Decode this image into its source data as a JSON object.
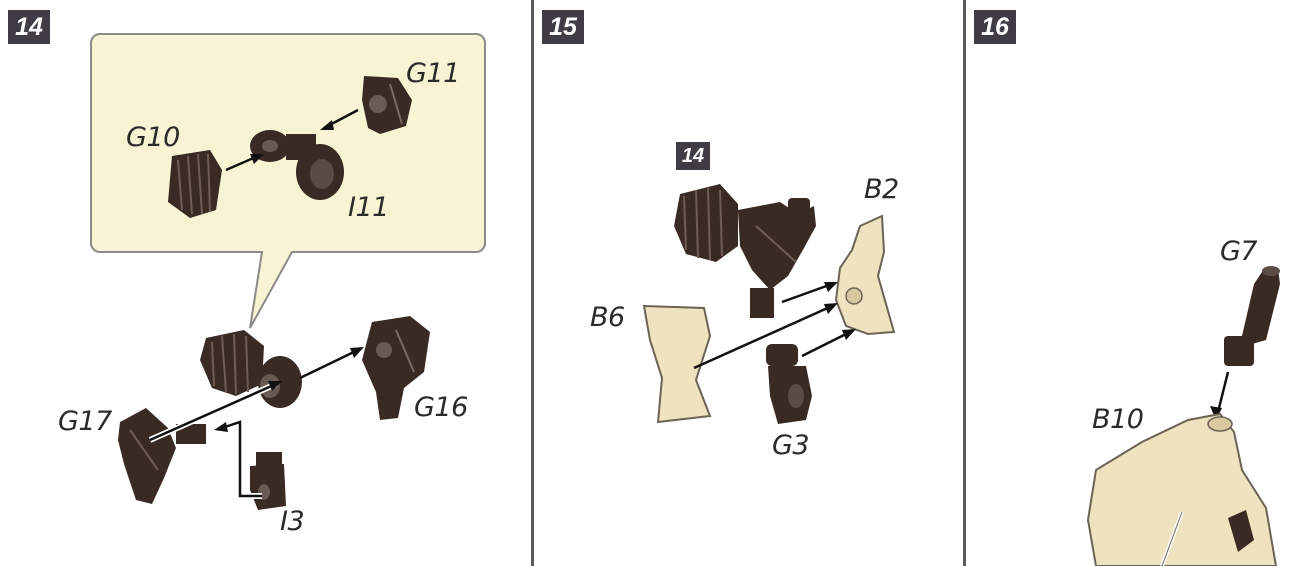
{
  "colors": {
    "dark_part": "#3a2a24",
    "light_part": "#efe2be",
    "callout_bg": "#f7f3d3",
    "badge_bg": "#3f3c45",
    "divider": "#5a5a5a"
  },
  "panels": [
    {
      "step": "14",
      "callout_labels": {
        "g11": "G11",
        "g10": "G10",
        "i11": "I11"
      },
      "labels": {
        "g17": "G17",
        "g16": "G16",
        "i3": "I3"
      }
    },
    {
      "step": "15",
      "ref_step": "14",
      "labels": {
        "b2": "B2",
        "b6": "B6",
        "g3": "G3"
      }
    },
    {
      "step": "16",
      "labels": {
        "g7": "G7",
        "b10": "B10"
      }
    }
  ]
}
